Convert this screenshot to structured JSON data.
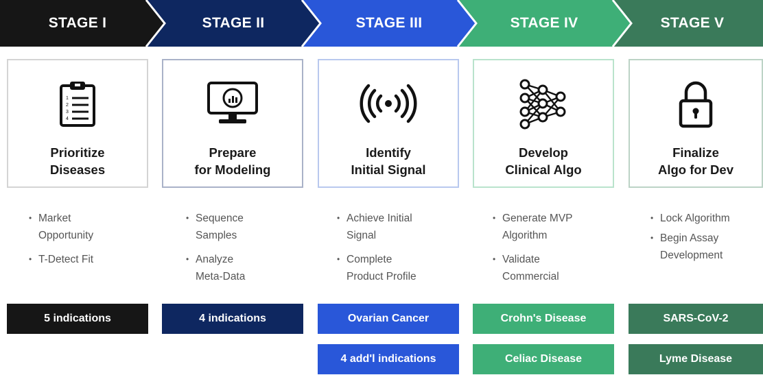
{
  "colors": {
    "stage1": "#161616",
    "stage2": "#0e2760",
    "stage3": "#2957d9",
    "stage4": "#3eaf77",
    "stage5": "#3a7a5a"
  },
  "stages": [
    {
      "label": "STAGE I",
      "icon": "clipboard-icon",
      "title": [
        "Prioritize",
        "Diseases"
      ],
      "bullets": [
        [
          "Market",
          "Opportunity"
        ],
        [
          "T-Detect Fit"
        ]
      ],
      "bars": [
        "5 indications"
      ]
    },
    {
      "label": "STAGE II",
      "icon": "monitor-chart-icon",
      "title": [
        "Prepare",
        "for Modeling"
      ],
      "bullets": [
        [
          "Sequence",
          "Samples"
        ],
        [
          "Analyze",
          "Meta-Data"
        ]
      ],
      "bars": [
        "4 indications"
      ]
    },
    {
      "label": "STAGE III",
      "icon": "signal-broadcast-icon",
      "title": [
        "Identify",
        "Initial Signal"
      ],
      "bullets": [
        [
          "Achieve Initial",
          "Signal"
        ],
        [
          "Complete",
          "Product Profile"
        ]
      ],
      "bars": [
        "Ovarian Cancer",
        "4 add'l indications"
      ]
    },
    {
      "label": "STAGE IV",
      "icon": "neural-network-icon",
      "title": [
        "Develop",
        "Clinical Algo"
      ],
      "bullets": [
        [
          "Generate MVP",
          "Algorithm"
        ],
        [
          "Validate",
          "Commercial"
        ]
      ],
      "bars": [
        "Crohn's Disease",
        "Celiac Disease"
      ]
    },
    {
      "label": "STAGE V",
      "icon": "padlock-icon",
      "title": [
        "Finalize",
        "Algo for Dev"
      ],
      "bullets": [
        [
          "Lock Algorithm"
        ],
        [
          "Begin Assay",
          "Development"
        ]
      ],
      "bars": [
        "SARS-CoV-2",
        "Lyme Disease"
      ]
    }
  ]
}
